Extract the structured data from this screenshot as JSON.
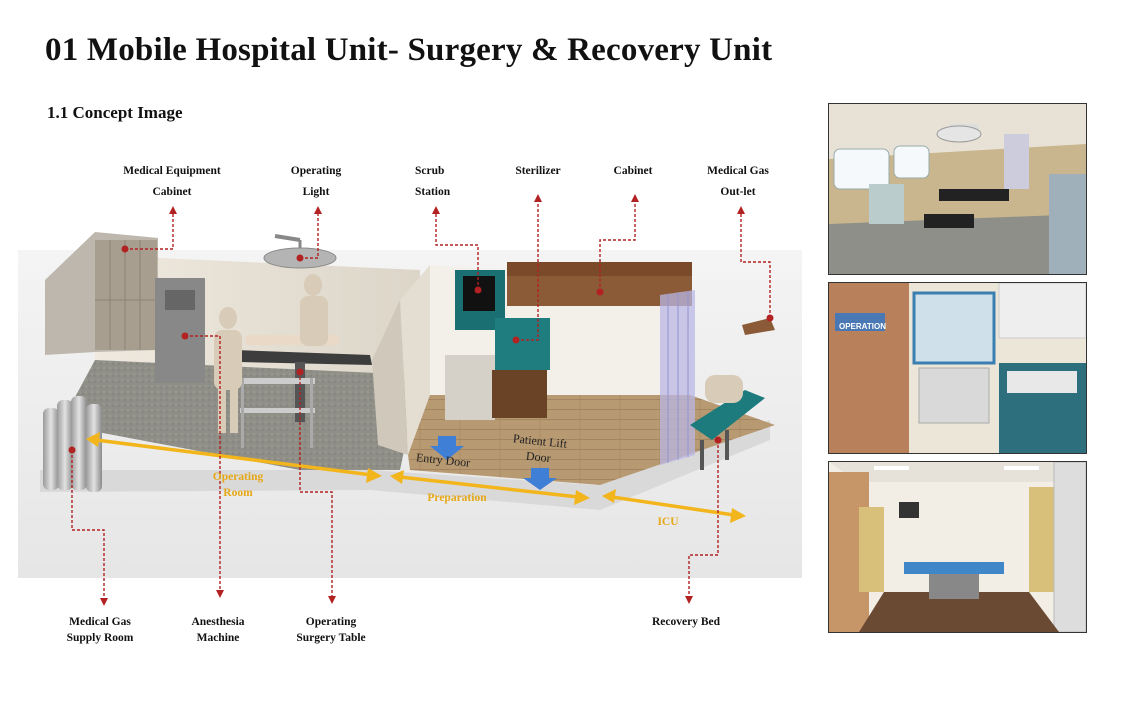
{
  "page": {
    "title": "01 Mobile Hospital Unit- Surgery & Recovery Unit",
    "subtitle": "1.1 Concept Image"
  },
  "labels_top": [
    {
      "id": "medical-equipment-cabinet",
      "lines": [
        "Medical Equipment",
        "Cabinet"
      ]
    },
    {
      "id": "operating-light",
      "lines": [
        "Operating",
        "Light"
      ]
    },
    {
      "id": "scrub-station",
      "lines": [
        "Scrub",
        "Station"
      ]
    },
    {
      "id": "sterilizer",
      "lines": [
        "Sterilizer"
      ]
    },
    {
      "id": "cabinet",
      "lines": [
        "Cabinet"
      ]
    },
    {
      "id": "medical-gas-outlet",
      "lines": [
        "Medical Gas",
        "Out-let"
      ]
    }
  ],
  "labels_bottom": [
    {
      "id": "medical-gas-supply-room",
      "lines": [
        "Medical Gas",
        "Supply Room"
      ]
    },
    {
      "id": "anesthesia-machine",
      "lines": [
        "Anesthesia",
        "Machine"
      ]
    },
    {
      "id": "operating-surgery-table",
      "lines": [
        "Operating",
        "Surgery Table"
      ]
    },
    {
      "id": "recovery-bed",
      "lines": [
        "Recovery Bed"
      ]
    }
  ],
  "zones": [
    {
      "id": "operating-room",
      "lines": [
        "Operating",
        "Room"
      ]
    },
    {
      "id": "preparation",
      "lines": [
        "Preparation"
      ]
    },
    {
      "id": "icu",
      "lines": [
        "ICU"
      ]
    }
  ],
  "doors": [
    {
      "id": "entry-door",
      "lines": [
        "Entry Door"
      ]
    },
    {
      "id": "patient-lift-door",
      "lines": [
        "Patient Lift",
        "Door"
      ]
    }
  ],
  "photos": [
    {
      "id": "photo-operating-room"
    },
    {
      "id": "photo-scrub-station"
    },
    {
      "id": "photo-recovery-room",
      "sign": "OPERATION"
    }
  ],
  "colors": {
    "leader": "#b22222",
    "zone_arrow": "#f2b51c",
    "door_arrow": "#3f7fd6",
    "floor_wood": "#b89a72",
    "floor_gray": "#8f8f88"
  }
}
